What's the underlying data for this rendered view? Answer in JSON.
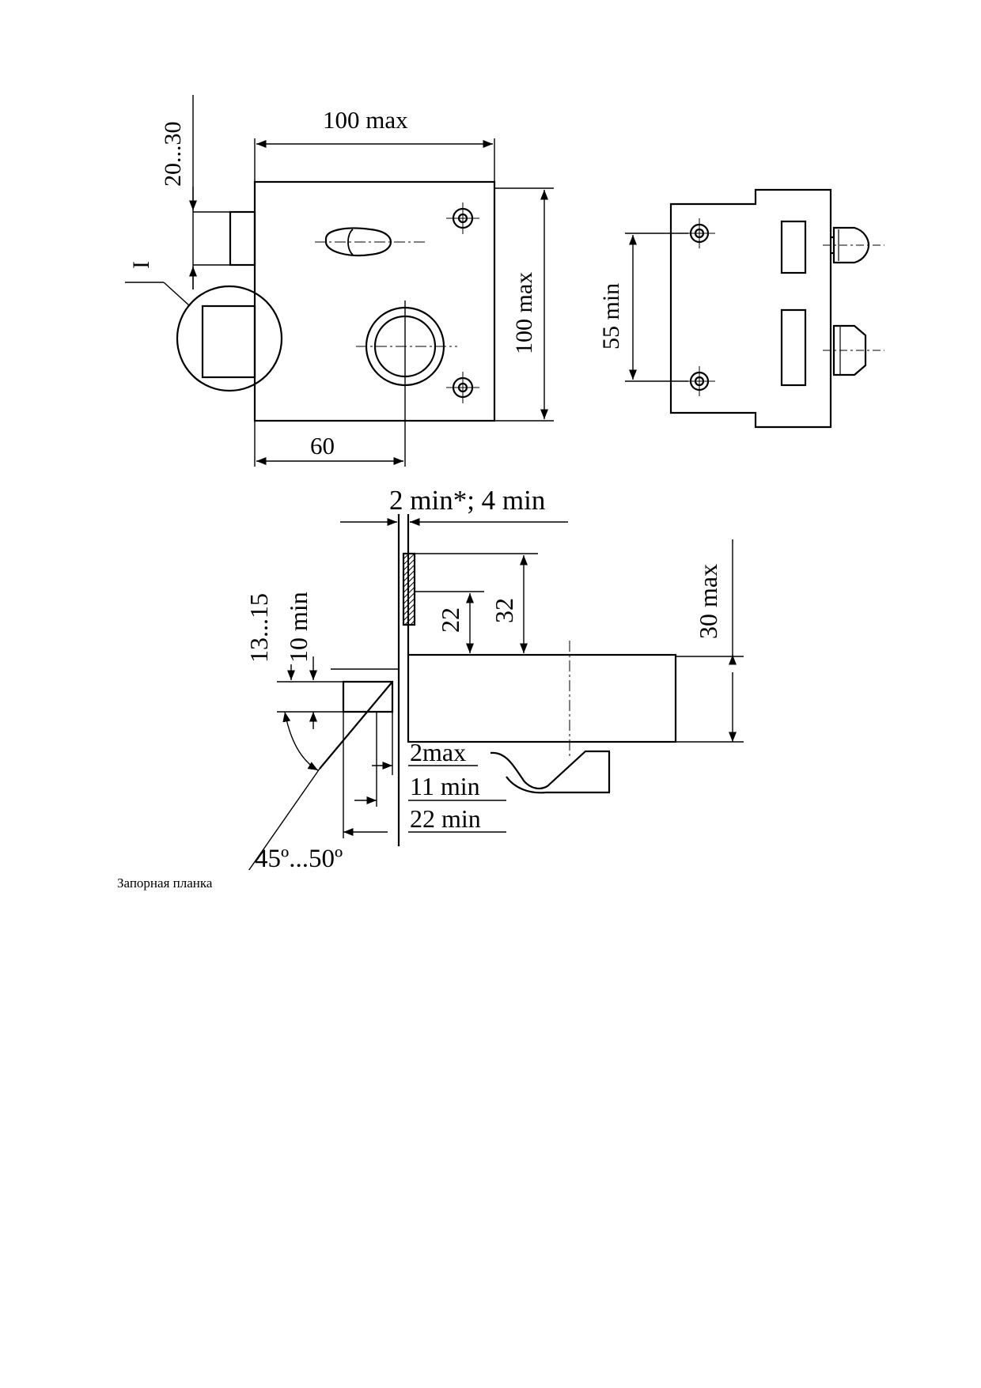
{
  "figure": {
    "top_view_labels": {
      "width_max": "100 max",
      "height_max": "100 max",
      "range_20_30": "20...30",
      "offset_60": "60",
      "detail_mark": "I"
    },
    "side_view_labels": {
      "screw_spacing": "55 min"
    },
    "section_labels": {
      "thickness": "2 min*; 4 min",
      "dim_32": "32",
      "dim_22": "22",
      "bolt_height": "30 max",
      "range_13_15": "13...15",
      "min_10": "10 min",
      "gap_2max": "2max",
      "min_11": "11 min",
      "min_22": "22 min",
      "angle": "45º...50º"
    }
  },
  "caption": "Запорная планка"
}
